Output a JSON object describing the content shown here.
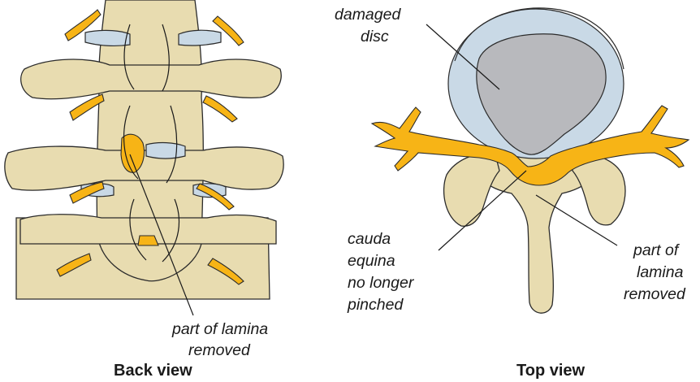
{
  "back_view": {
    "caption": "Back view",
    "label": {
      "line1": "part of lamina",
      "line2": "removed"
    }
  },
  "top_view": {
    "caption": "Top view",
    "label_disc": {
      "line1": "damaged",
      "line2": "disc"
    },
    "label_cauda": {
      "line1": "cauda",
      "line2": "equina",
      "line3": "no longer",
      "line4": "pinched"
    },
    "label_lamina": {
      "line1": "part of",
      "line2": "lamina",
      "line3": "removed"
    }
  },
  "colors": {
    "bone": "#e8dcb0",
    "disc": "#c9d9e6",
    "nerve": "#f7b416",
    "nucleus": "#b8b9bd"
  }
}
